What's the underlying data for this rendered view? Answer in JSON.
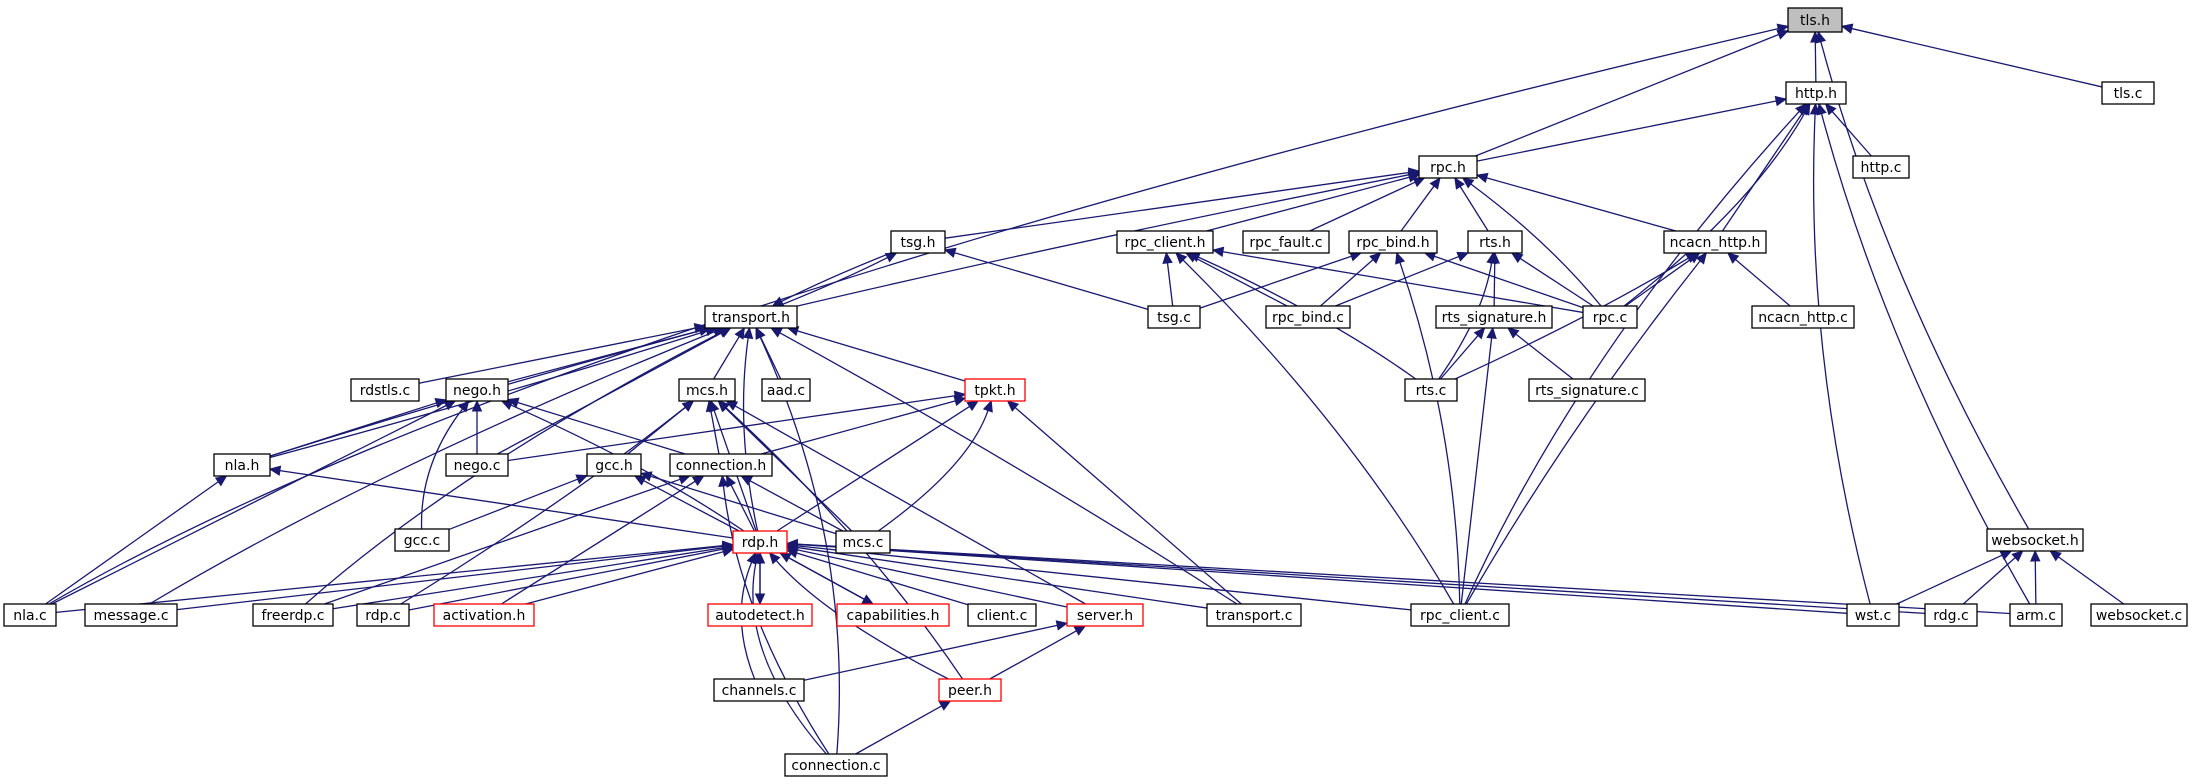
{
  "colors": {
    "edge": "#191970",
    "node_border": "#000000",
    "truncated_border": "#ff0000",
    "root_fill": "#bfbfbf",
    "background": "#ffffff"
  },
  "nodes": [
    {
      "id": "tls_h",
      "label": "tls.h",
      "root": true
    },
    {
      "id": "http_h",
      "label": "http.h"
    },
    {
      "id": "tls_c",
      "label": "tls.c"
    },
    {
      "id": "rpc_h",
      "label": "rpc.h"
    },
    {
      "id": "http_c",
      "label": "http.c"
    },
    {
      "id": "tsg_h",
      "label": "tsg.h"
    },
    {
      "id": "rpc_client_h",
      "label": "rpc_client.h"
    },
    {
      "id": "rpc_fault_c",
      "label": "rpc_fault.c"
    },
    {
      "id": "rpc_bind_h",
      "label": "rpc_bind.h"
    },
    {
      "id": "rts_h",
      "label": "rts.h"
    },
    {
      "id": "ncacn_http_h",
      "label": "ncacn_http.h"
    },
    {
      "id": "transport_h",
      "label": "transport.h"
    },
    {
      "id": "tsg_c",
      "label": "tsg.c"
    },
    {
      "id": "rpc_bind_c",
      "label": "rpc_bind.c"
    },
    {
      "id": "rts_signature_h",
      "label": "rts_signature.h"
    },
    {
      "id": "rpc_c",
      "label": "rpc.c"
    },
    {
      "id": "ncacn_http_c",
      "label": "ncacn_http.c"
    },
    {
      "id": "rdstls_c",
      "label": "rdstls.c"
    },
    {
      "id": "nego_h",
      "label": "nego.h"
    },
    {
      "id": "mcs_h",
      "label": "mcs.h"
    },
    {
      "id": "aad_c",
      "label": "aad.c"
    },
    {
      "id": "tpkt_h",
      "label": "tpkt.h",
      "truncated": true
    },
    {
      "id": "rts_c",
      "label": "rts.c"
    },
    {
      "id": "rts_signature_c",
      "label": "rts_signature.c"
    },
    {
      "id": "nla_h",
      "label": "nla.h"
    },
    {
      "id": "nego_c",
      "label": "nego.c"
    },
    {
      "id": "gcc_h",
      "label": "gcc.h"
    },
    {
      "id": "connection_h",
      "label": "connection.h"
    },
    {
      "id": "gcc_c",
      "label": "gcc.c"
    },
    {
      "id": "rdp_h",
      "label": "rdp.h",
      "truncated": true
    },
    {
      "id": "mcs_c",
      "label": "mcs.c"
    },
    {
      "id": "websocket_h",
      "label": "websocket.h"
    },
    {
      "id": "nla_c",
      "label": "nla.c"
    },
    {
      "id": "message_c",
      "label": "message.c"
    },
    {
      "id": "freerdp_c",
      "label": "freerdp.c"
    },
    {
      "id": "rdp_c",
      "label": "rdp.c"
    },
    {
      "id": "activation_h",
      "label": "activation.h",
      "truncated": true
    },
    {
      "id": "autodetect_h",
      "label": "autodetect.h",
      "truncated": true
    },
    {
      "id": "capabilities_h",
      "label": "capabilities.h",
      "truncated": true
    },
    {
      "id": "client_c",
      "label": "client.c"
    },
    {
      "id": "server_h",
      "label": "server.h",
      "truncated": true
    },
    {
      "id": "transport_c",
      "label": "transport.c"
    },
    {
      "id": "rpc_client_c",
      "label": "rpc_client.c"
    },
    {
      "id": "wst_c",
      "label": "wst.c"
    },
    {
      "id": "rdg_c",
      "label": "rdg.c"
    },
    {
      "id": "arm_c",
      "label": "arm.c"
    },
    {
      "id": "websocket_c",
      "label": "websocket.c"
    },
    {
      "id": "channels_c",
      "label": "channels.c"
    },
    {
      "id": "peer_h",
      "label": "peer.h",
      "truncated": true
    },
    {
      "id": "connection_c",
      "label": "connection.c"
    }
  ]
}
